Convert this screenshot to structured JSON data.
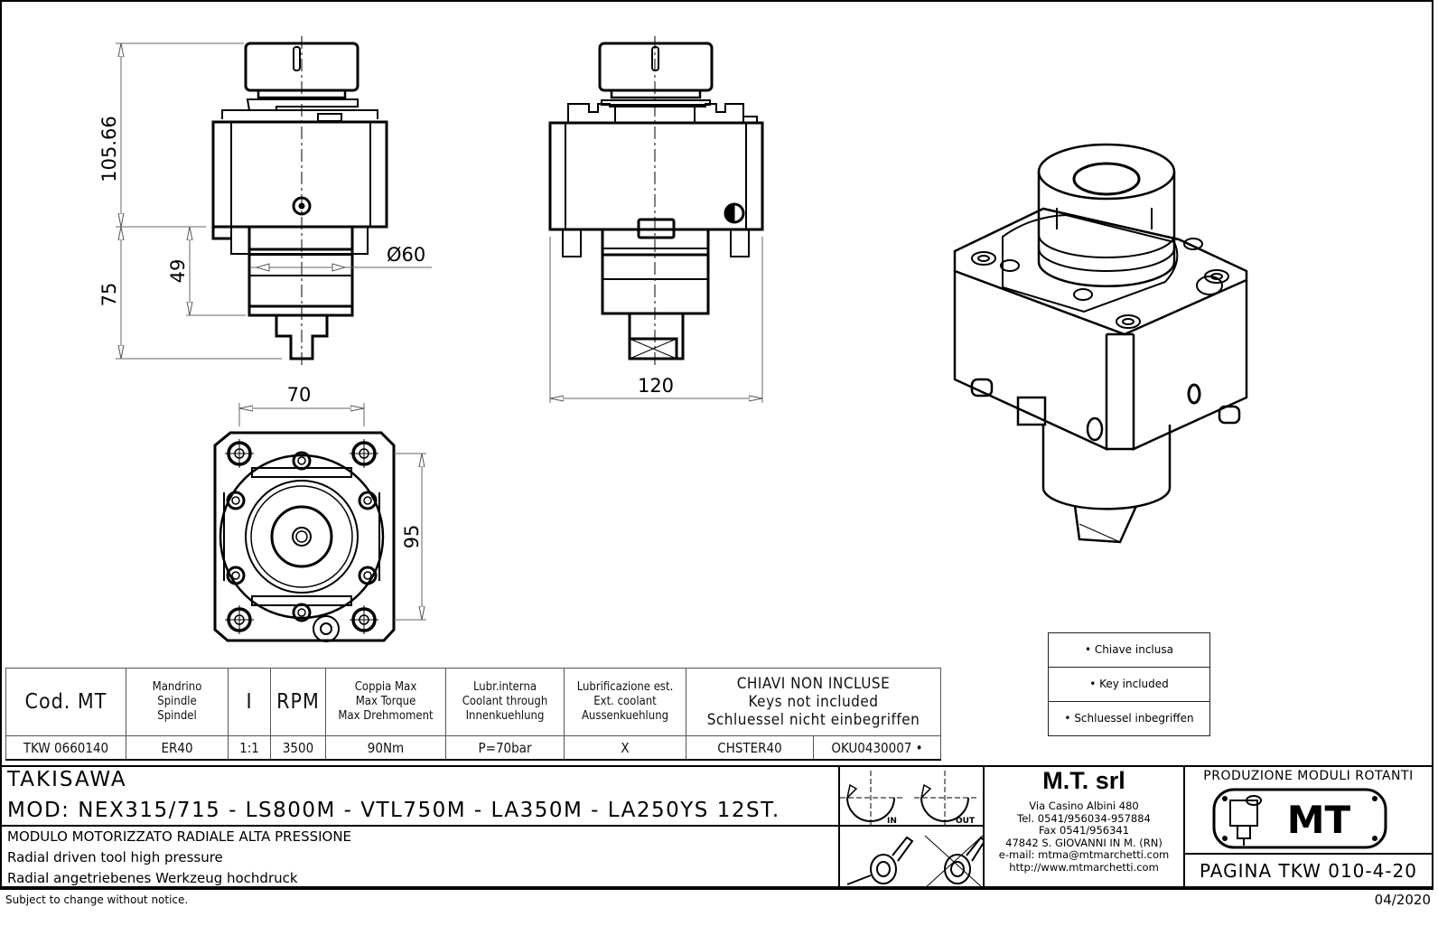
{
  "views": {
    "side_view": {
      "dim_total_height": "105.66",
      "dim_lower": "75",
      "dim_inner": "49",
      "dim_diameter": "Ø60"
    },
    "front_view": {
      "dim_width": "120"
    },
    "top_view": {
      "dim_width": "70",
      "dim_height": "95"
    }
  },
  "spec_table": {
    "headers": {
      "code": "Cod. MT",
      "spindle": [
        "Mandrino",
        "Spindle",
        "Spindel"
      ],
      "ratio": "I",
      "rpm": "RPM",
      "torque": [
        "Coppia Max",
        "Max Torque",
        "Max Drehmoment"
      ],
      "coolant_internal": [
        "Lubr.interna",
        "Coolant through",
        "Innenkuehlung"
      ],
      "coolant_external": [
        "Lubrificazione est.",
        "Ext. coolant",
        "Aussenkuehlung"
      ],
      "keys": [
        "CHIAVI NON INCLUSE",
        "Keys not included",
        "Schluessel nicht einbegriffen"
      ]
    },
    "row": {
      "code": "TKW 0660140",
      "spindle": "ER40",
      "ratio": "1:1",
      "rpm": "3500",
      "torque": "90Nm",
      "coolant_internal": "P=70bar",
      "coolant_external": "X",
      "key1": "CHSTER40",
      "key2": "OKU0430007 •"
    }
  },
  "keys_legend": [
    "• Chiave inclusa",
    "• Key included",
    "• Schluessel inbegriffen"
  ],
  "title_block": {
    "brand": "TAKISAWA",
    "models": "MOD: NEX315/715 - LS800M - VTL750M  - LA350M - LA250YS 12ST.",
    "description": [
      "MODULO MOTORIZZATO RADIALE ALTA PRESSIONE",
      "Radial driven tool high pressure",
      "Radial angetriebenes Werkzeug hochdruck"
    ],
    "rotation_labels": {
      "in": "IN",
      "out": "OUT"
    },
    "company": {
      "name": "M.T. srl",
      "address": "Via Casino Albini 480",
      "tel": "Tel. 0541/956034-957884",
      "fax": "Fax 0541/956341",
      "city": "47842 S. GIOVANNI IN M. (RN)",
      "email": "e-mail: mtma@mtmarchetti.com",
      "web": "http://www.mtmarchetti.com"
    },
    "production_label": "PRODUZIONE MODULI ROTANTI",
    "logo_text": "MT",
    "page_label": "PAGINA TKW 010-4-20"
  },
  "footer": {
    "notice": "Subject to change without notice.",
    "date": "04/2020"
  }
}
